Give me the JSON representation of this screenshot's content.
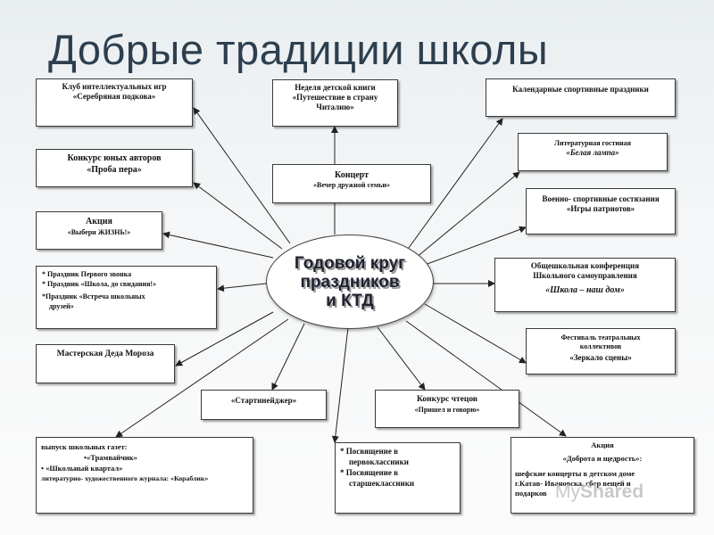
{
  "title": "Добрые традиции школы",
  "center": {
    "lines": [
      "Годовой круг",
      "праздников",
      "и КТД"
    ]
  },
  "boxes": {
    "klub": {
      "lines": [
        "Клуб интеллектуальных игр",
        "«Серебряная подкова»"
      ]
    },
    "nedelya": {
      "lines": [
        "Неделя детской книги",
        "«Путешествие в страну",
        "Читалию»"
      ]
    },
    "kalendarnye": {
      "lines": [
        "Календарные спортивные праздники"
      ]
    },
    "konkurs_avtorov": {
      "lines": [
        "Конкурс юных авторов",
        "«Проба пера»"
      ]
    },
    "kontsert": {
      "lines": [
        "Концерт",
        "«Вечер дружной семьи»"
      ]
    },
    "literaturnaya": {
      "lines": [
        "Литературная гостиная",
        "«Белая лампа»"
      ]
    },
    "voenno": {
      "lines": [
        "Военно- спортивные состязания",
        "«Игры патриотов»"
      ]
    },
    "aktsiya_zhizn": {
      "lines": [
        "Акция",
        "«Выбери ЖИЗНЬ!»"
      ]
    },
    "prazdnik": {
      "lines": [
        "* Праздник Первого звонка",
        "* Праздник «Школа, до свидания!»",
        "*Праздник «Встреча школьных",
        "   друзей»"
      ]
    },
    "konferentsiya": {
      "lines": [
        "Общешкольная конференция",
        "Школьного самоуправления",
        "«Школа – наш дом»"
      ]
    },
    "masterskaya": {
      "lines": [
        "Мастерская Деда Мороза"
      ]
    },
    "festival": {
      "lines": [
        "Фестиваль театральных",
        "коллективов",
        "«Зеркало сцены»"
      ]
    },
    "startineydzher": {
      "lines": [
        "«Стартинейджер»"
      ]
    },
    "konkurs_chtetsov": {
      "lines": [
        "Конкурс чтецов",
        "«Пришел и говорю»"
      ]
    },
    "gazety": {
      "lines": [
        "выпуск школьных газет:",
        "•«Трамвайчик»",
        "• «Школьный квартал»",
        "литературно- художественного журнала: «Кораблик»"
      ]
    },
    "posvyashchenie": {
      "lines": [
        "* Посвящение в",
        "первоклассники",
        "* Посвящение в",
        "старшеклассники"
      ]
    },
    "aktsiya_dobrota": {
      "lines": [
        "Акция",
        "«Доброта и щедрость»:",
        "шефские концерты в детском доме",
        "г.Катав- Ивановска, сбор вещей и",
        "подарков"
      ]
    }
  },
  "watermark": {
    "prefix": "My",
    "suffix": "Shared"
  },
  "colors": {
    "title": "#2d3f4e",
    "arrow": "#222222",
    "box_border": "#3a3a3a"
  }
}
